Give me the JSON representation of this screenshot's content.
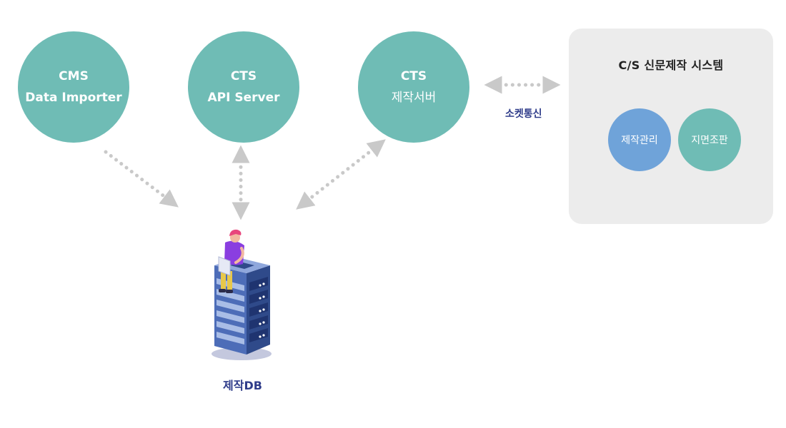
{
  "nodes": {
    "cms": {
      "line1": "CMS",
      "line2": "Data Importer"
    },
    "cts_api": {
      "line1": "CTS",
      "line2": "API Server"
    },
    "cts_prod": {
      "line1": "CTS",
      "line2": "제작서버"
    }
  },
  "panel": {
    "title": "C/S 신문제작 시스템",
    "modules": [
      "제작관리",
      "지면조판"
    ]
  },
  "links": {
    "socket_label": "소켓통신"
  },
  "database": {
    "label": "제작DB"
  },
  "colors": {
    "node_teal": "#6fbcb5",
    "module_blue": "#6fa3d9",
    "panel_bg": "#ececec",
    "arrow_gray": "#c9c9c9",
    "label_navy": "#2f3c8a"
  }
}
